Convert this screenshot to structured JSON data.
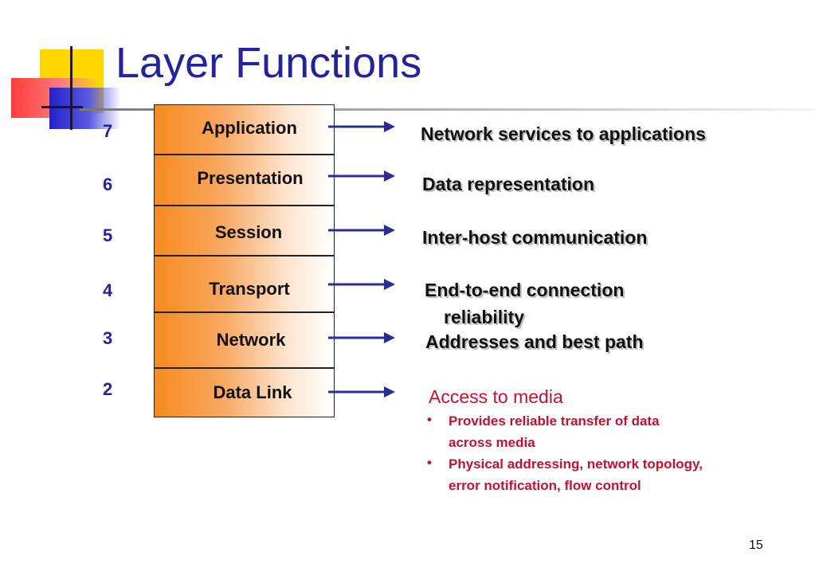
{
  "title": "Layer Functions",
  "layers": [
    {
      "number": "7",
      "name": "Application",
      "function": "Network services to applications"
    },
    {
      "number": "6",
      "name": "Presentation",
      "function": "Data representation"
    },
    {
      "number": "5",
      "name": "Session",
      "function": "Inter-host communication"
    },
    {
      "number": "4",
      "name": "Transport",
      "function_lines": [
        "End-to-end connection",
        "reliability"
      ]
    },
    {
      "number": "3",
      "name": "Network",
      "function": "Addresses and best path"
    },
    {
      "number": "2",
      "name": "Data Link",
      "function": "Access to media",
      "bullets": [
        {
          "marker": "•",
          "lines": [
            "Provides reliable transfer of data",
            "across media"
          ]
        },
        {
          "marker": "•",
          "lines": [
            "Physical addressing, network topology,",
            "error notification, flow control"
          ]
        }
      ]
    }
  ],
  "page_number": "15",
  "colors": {
    "title": "#2323a0",
    "layer_numbers": "#2323a0",
    "arrows": "#2b2b9a",
    "data_link_text": "#c8102e",
    "box_gradient_start": "#f68a1f"
  }
}
